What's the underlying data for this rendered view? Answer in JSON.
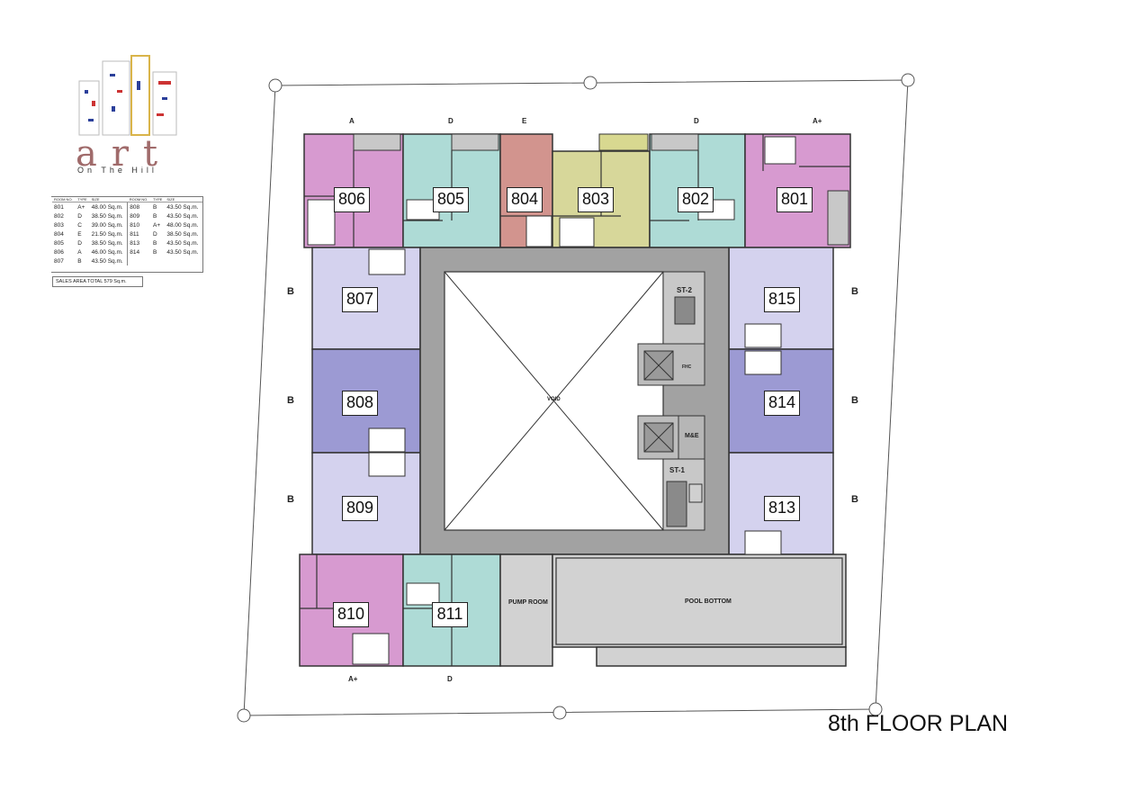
{
  "logo": {
    "word": "art",
    "subtitle": "On The Hill"
  },
  "schedule": {
    "headers": [
      "ROOM NO.",
      "TYPE",
      "SIZE",
      "ROOM NO.",
      "TYPE",
      "SIZE"
    ],
    "rows": [
      [
        "801",
        "A+",
        "48.00  Sq.m.",
        "808",
        "B",
        "43.50  Sq.m."
      ],
      [
        "802",
        "D",
        "38.50  Sq.m.",
        "809",
        "B",
        "43.50  Sq.m."
      ],
      [
        "803",
        "C",
        "39.00  Sq.m.",
        "810",
        "A+",
        "48.00  Sq.m."
      ],
      [
        "804",
        "E",
        "21.50  Sq.m.",
        "811",
        "D",
        "38.50  Sq.m."
      ],
      [
        "805",
        "D",
        "38.50  Sq.m.",
        "813",
        "B",
        "43.50  Sq.m."
      ],
      [
        "806",
        "A",
        "46.00  Sq.m.",
        "814",
        "B",
        "43.50  Sq.m."
      ],
      [
        "807",
        "B",
        "43.50  Sq.m.",
        "",
        "",
        ""
      ]
    ],
    "total": "SALES AREA TOTAL 579 Sq.m."
  },
  "units": {
    "u806": "806",
    "u805": "805",
    "u804": "804",
    "u803": "803",
    "u802": "802",
    "u801": "801",
    "u807": "807",
    "u808": "808",
    "u809": "809",
    "u810": "810",
    "u811": "811",
    "u815": "815",
    "u814": "814",
    "u813": "813"
  },
  "type_labels": {
    "top_a": "A",
    "top_d1": "D",
    "top_e": "E",
    "top_d2": "D",
    "top_aplus": "A+",
    "left_b1": "B",
    "left_b2": "B",
    "left_b3": "B",
    "right_b1": "B",
    "right_b2": "B",
    "right_b3": "B",
    "bottom_aplus": "A+",
    "bottom_d": "D"
  },
  "spaces": {
    "void": "VOID",
    "stair2": "ST-2",
    "stair1": "ST-1",
    "me": "M&E",
    "fhc": "FHC",
    "pump_room": "PUMP ROOM",
    "pool_bottom": "POOL BOTTOM"
  },
  "colors": {
    "type_a": "#d79ad0",
    "type_d": "#aedbd6",
    "type_e": "#d2948e",
    "type_c": "#d7d79a",
    "type_b_light": "#d4d2ee",
    "type_b_dark": "#9c9ad3",
    "core": "#a2a2a2",
    "service": "#d2d2d2"
  },
  "title": "8th FLOOR PLAN"
}
